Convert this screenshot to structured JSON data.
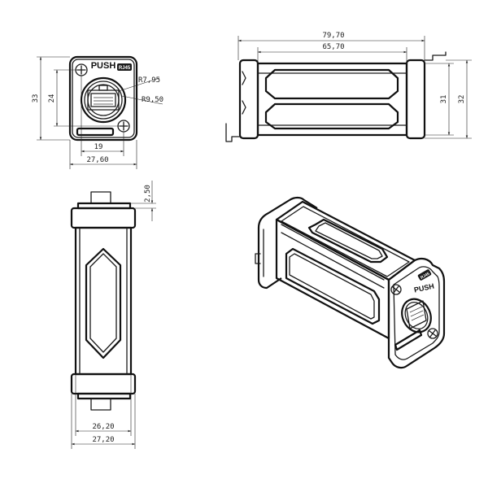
{
  "front_view": {
    "push_label": "PUSH",
    "badge_label": "RJ45",
    "dim_height_outer": "33",
    "dim_height_inner": "24",
    "dim_width_inner": "19",
    "dim_width_outer": "27,60",
    "radius_small": "R7,95",
    "radius_large": "R9,50"
  },
  "side_view": {
    "dim_length_outer": "79,70",
    "dim_length_inner": "65,70",
    "dim_height_inner": "31",
    "dim_height_outer": "32"
  },
  "bottom_view": {
    "dim_flange": "2,50",
    "dim_width_inner": "26,20",
    "dim_width_outer": "27,20"
  },
  "iso_view": {
    "push_label": "PUSH",
    "badge_label": "RJ45"
  }
}
